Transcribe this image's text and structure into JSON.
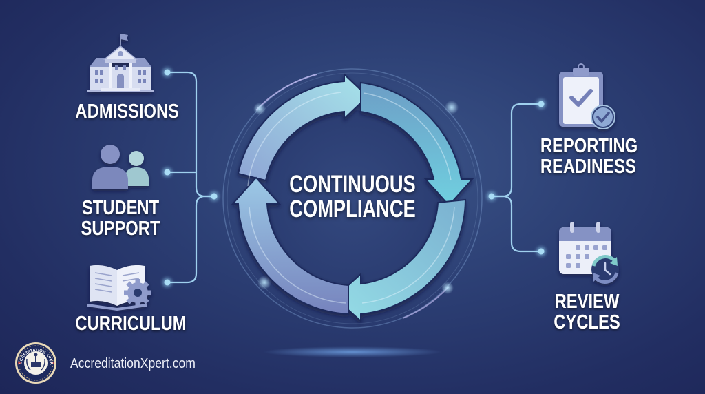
{
  "diagram": {
    "center": {
      "line1": "CONTINUOUS",
      "line2": "COMPLIANCE"
    },
    "left_items": [
      {
        "label_lines": [
          "ADMISSIONS"
        ],
        "icon": "school-building-icon"
      },
      {
        "label_lines": [
          "STUDENT",
          "SUPPORT"
        ],
        "icon": "people-icon"
      },
      {
        "label_lines": [
          "CURRICULUM"
        ],
        "icon": "book-gear-icon"
      }
    ],
    "right_items": [
      {
        "label_lines": [
          "REPORTING",
          "READINESS"
        ],
        "icon": "clipboard-check-icon"
      },
      {
        "label_lines": [
          "REVIEW",
          "CYCLES"
        ],
        "icon": "calendar-refresh-icon"
      }
    ],
    "cycle_arrows": 4
  },
  "footer": {
    "badge_text": "ACCREDITATION XPERT",
    "website": "AccreditationXpert.com"
  },
  "colors": {
    "background_dark": "#1d2658",
    "background_mid": "#2c3f74",
    "arrow_light": "#8fd6e0",
    "arrow_mid": "#6fa8cc",
    "arrow_violet": "#7c8cc4",
    "connector": "#9fd0ee",
    "icon_fill": "#c9d0e8"
  }
}
